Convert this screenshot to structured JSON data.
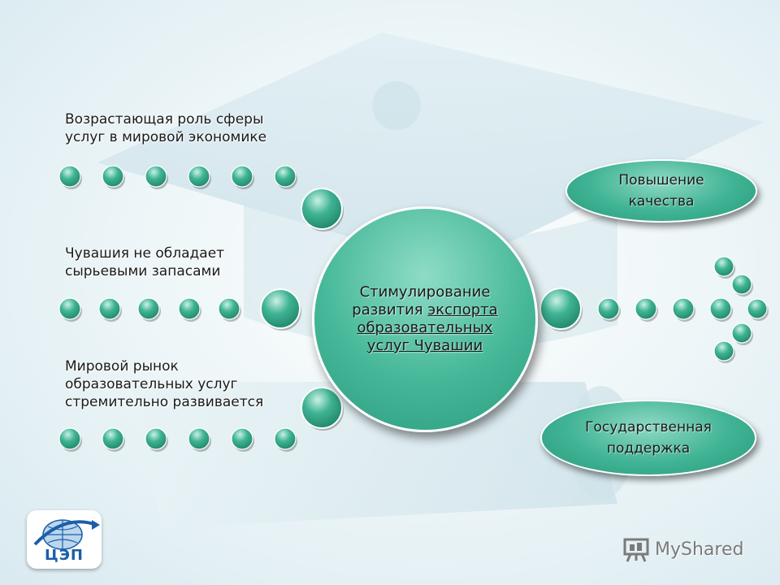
{
  "left_items": [
    {
      "lines": [
        "Возрастающая роль сферы",
        "услуг в мировой экономике"
      ]
    },
    {
      "lines": [
        "Чувашия не обладает",
        "сырьевыми запасами"
      ]
    },
    {
      "lines": [
        "Мировой рынок",
        "образовательных услуг",
        "стремительно развивается"
      ]
    }
  ],
  "center": {
    "line1": "Стимулирование",
    "line2_plain": "развития ",
    "line2_underlined": "экспорта",
    "line3": "образовательных",
    "line4": "услуг Чувашии"
  },
  "right_items": [
    {
      "lines": [
        "Повышение",
        "качества"
      ]
    },
    {
      "lines": [
        "Государственная",
        "поддержка"
      ]
    }
  ],
  "logo": {
    "text": "ЦЭП"
  },
  "watermark": {
    "text": "MyShared"
  },
  "colors": {
    "bead": "#3fb394",
    "bead_highlight": "#c9f1e4",
    "bead_dark": "#1f8468",
    "text": "#1a1a1a",
    "logo_blue": "#1a5fa8"
  }
}
